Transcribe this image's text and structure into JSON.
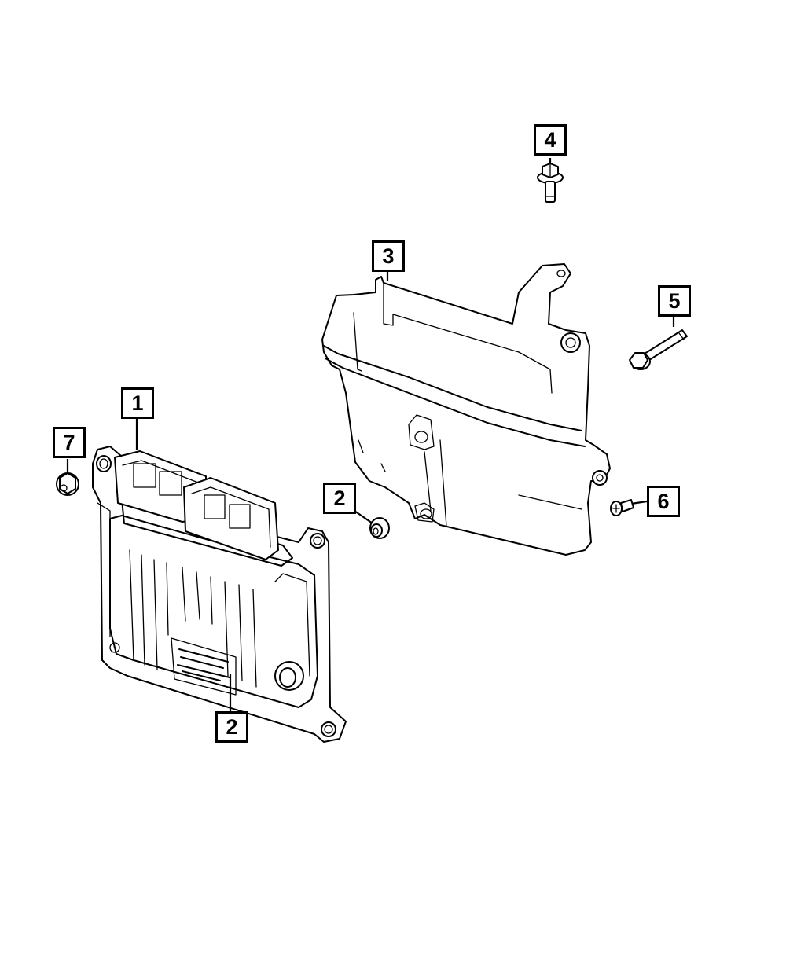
{
  "diagram": {
    "type": "exploded-parts-diagram",
    "subject": "Engine control module with mounting bracket and fasteners",
    "colors": {
      "line": "#000000",
      "background": "#ffffff"
    },
    "callouts": [
      {
        "id": "c4",
        "label": "4",
        "part": "hex flange bolt (short)"
      },
      {
        "id": "c3",
        "label": "3",
        "part": "module mounting bracket"
      },
      {
        "id": "c5",
        "label": "5",
        "part": "hex flange bolt (long)"
      },
      {
        "id": "c6",
        "label": "6",
        "part": "screw"
      },
      {
        "id": "c2a",
        "label": "2",
        "part": "grommet / bushing"
      },
      {
        "id": "c7",
        "label": "7",
        "part": "hex flange nut"
      },
      {
        "id": "c1",
        "label": "1",
        "part": "engine control module"
      },
      {
        "id": "c2b",
        "label": "2",
        "part": "label / grommet on module"
      }
    ]
  }
}
